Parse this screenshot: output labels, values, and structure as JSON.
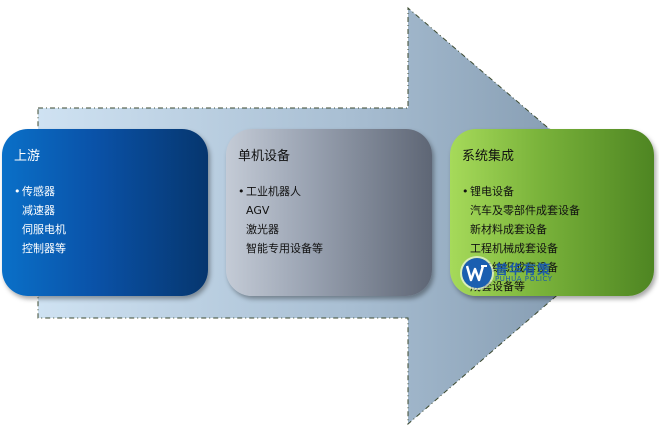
{
  "stages": [
    {
      "title": "上游",
      "items": [
        "传感器",
        "减速器",
        "伺服电机",
        "控制器等"
      ]
    },
    {
      "title": "单机设备",
      "items": [
        "工业机器人",
        "AGV",
        "激光器",
        "智能专用设备等"
      ]
    },
    {
      "title": "系统集成",
      "items": [
        "锂电设备",
        "汽车及零部件成套设备",
        "新材料成套设备",
        "工程机械成套设备",
        "轻工纺织成套设备",
        "成套设备等"
      ]
    }
  ],
  "watermark": {
    "name": "普华有策",
    "sub": "PUHUA POLICY"
  },
  "colors": {
    "arrow_left": "#c9def0",
    "arrow_right": "#7e96ac",
    "upstream": "#0a52a8",
    "equipment": "#8a93a3",
    "system": "#79b23a"
  }
}
